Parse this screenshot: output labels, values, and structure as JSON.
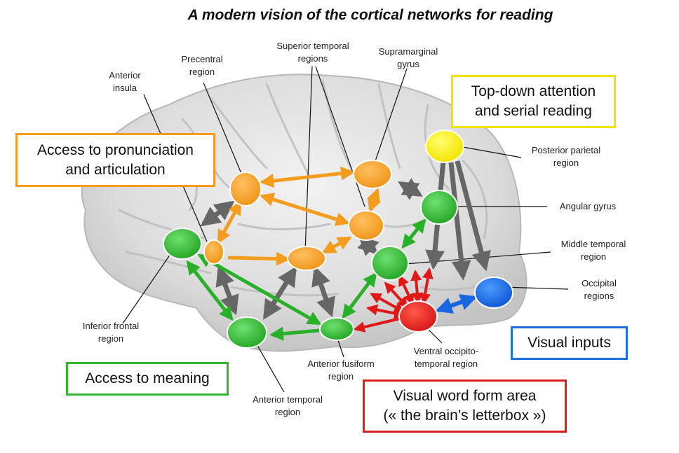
{
  "title": "A modern vision of the cortical networks for reading",
  "colors": {
    "phonology": "#f39c1e",
    "meaning": "#33b533",
    "attention": "#ffee00",
    "visual_input": "#1f6fe0",
    "vwfa": "#e02020",
    "control_arrow": "#666666"
  },
  "boxes": {
    "pronunciation": [
      "Access to pronunciation",
      "and articulation"
    ],
    "attention": [
      "Top-down attention",
      "and serial reading"
    ],
    "meaning": [
      "Access to meaning"
    ],
    "visual_inputs": [
      "Visual inputs"
    ],
    "vwfa": [
      "Visual word form area",
      "(« the brain’s letterbox »)"
    ]
  },
  "labels": {
    "anterior_insula": [
      "Anterior",
      "insula"
    ],
    "precentral": [
      "Precentral",
      "region"
    ],
    "superior_temporal": [
      "Superior temporal",
      "regions"
    ],
    "supramarginal": [
      "Supramarginal",
      "gyrus"
    ],
    "posterior_parietal": [
      "Posterior parietal",
      "region"
    ],
    "angular": [
      "Angular gyrus"
    ],
    "middle_temporal": [
      "Middle temporal",
      "region"
    ],
    "occipital": [
      "Occipital",
      "regions"
    ],
    "ventral_occipito": [
      "Ventral occipito-",
      "temporal region"
    ],
    "anterior_fusiform": [
      "Anterior fusiform",
      "region"
    ],
    "anterior_temporal": [
      "Anterior temporal",
      "region"
    ],
    "inferior_frontal": [
      "Inferior frontal",
      "region"
    ]
  }
}
